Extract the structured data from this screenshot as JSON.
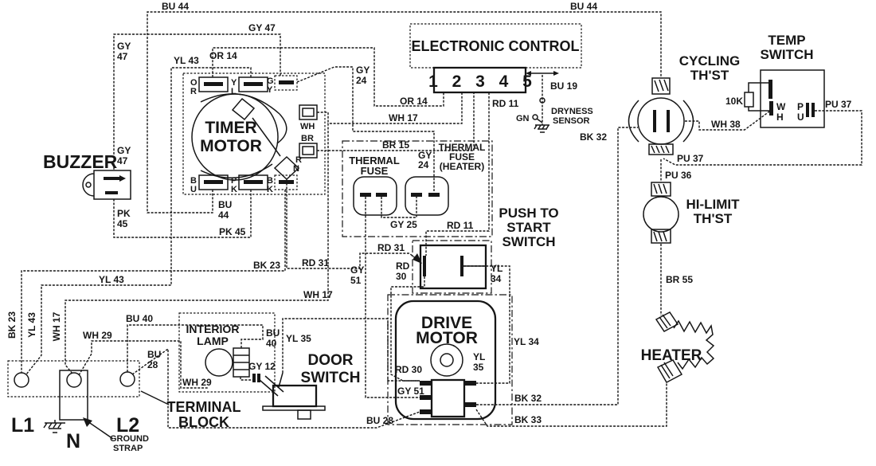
{
  "components": {
    "buzzer": "BUZZER",
    "timer1": "TIMER",
    "timer2": "MOTOR",
    "tO": "O",
    "tR": "R",
    "tY": "Y",
    "tL": "L",
    "tG": "G",
    "tGy": "Y",
    "tB": "B",
    "tU": "U",
    "tP": "P",
    "tK": "K",
    "tB2": "B",
    "tK2": "K",
    "tWH": "WH",
    "tBR": "BR",
    "tRr": "R",
    "tRn": "N",
    "ec": "ELECTRONIC CONTROL",
    "pins": "1 2 3 4 5",
    "dry1": "DRYNESS",
    "dry2": "SENSOR",
    "gn": "GN",
    "cyc1": "CYCLING",
    "cyc2": "TH'ST",
    "temp1": "TEMP",
    "temp2": "SWITCH",
    "tw": "W",
    "th": "H",
    "tp": "P",
    "tu": "U",
    "res10k": "10K",
    "hl1": "HI-LIMIT",
    "hl2": "TH'ST",
    "heater": "HEATER",
    "tf1": "THERMAL",
    "tf2": "FUSE",
    "tfh1": "THERMAL",
    "tfh2": "FUSE",
    "tfh3": "(HEATER)",
    "pts1": "PUSH TO",
    "pts2": "START",
    "pts3": "SWITCH",
    "ds1": "DOOR",
    "ds2": "SWITCH",
    "il1": "INTERIOR",
    "il2": "LAMP",
    "dm1": "DRIVE",
    "dm2": "MOTOR",
    "tb1": "TERMINAL",
    "tb2": "BLOCK",
    "gs1": "GROUND",
    "gs2": "STRAP",
    "l1": "L1",
    "n": "N",
    "l2": "L2"
  },
  "wires": {
    "bu44_a": "BU 44",
    "bu44_b": "BU 44",
    "bu44_c1": "BU",
    "bu44_c2": "44",
    "gy47_a": "GY 47",
    "gy47_b1": "GY",
    "gy47_b2": "47",
    "gy47_c1": "GY",
    "gy47_c2": "47",
    "or14_a": "OR 14",
    "or14_b": "OR 14",
    "yl43_a": "YL 43",
    "yl43_b": "YL 43",
    "yl43_c": "YL 43",
    "gy24_a1": "GY",
    "gy24_a2": "24",
    "gy24_b1": "GY",
    "gy24_b2": "24",
    "wh17_a": "WH 17",
    "wh17_b": "WH 17",
    "wh17_c": "WH 17",
    "br15": "BR 15",
    "rd11_a": "RD 11",
    "rd11_b": "RD 11",
    "bu19": "BU 19",
    "gy25": "GY 25",
    "pk45_a1": "PK",
    "pk45_a2": "45",
    "pk45_b": "PK 45",
    "bk23_a": "BK 23",
    "bk23_b": "BK 23",
    "rd31_a": "RD 31",
    "rd31_b": "RD 31",
    "rd30_a1": "RD",
    "rd30_a2": "30",
    "rd30_b": "RD 30",
    "yl34_a1": "YL",
    "yl34_a2": "34",
    "yl34_b": "YL 34",
    "gy51_a1": "GY",
    "gy51_a2": "51",
    "gy51_b": "GY 51",
    "yl35_a": "YL 35",
    "yl35_b1": "YL",
    "yl35_b2": "35",
    "bu40_a": "BU 40",
    "bu40_b1": "BU",
    "bu40_b2": "40",
    "wh29_a": "WH 29",
    "wh29_b": "WH 29",
    "gy12": "GY 12",
    "bu28_a1": "BU",
    "bu28_a2": "28",
    "bu28_b": "BU 28",
    "bk32_a": "BK 32",
    "bk32_b": "BK 32",
    "bk33": "BK 33",
    "wh38": "WH 38",
    "pu37_a": "PU 37",
    "pu37_b": "PU 37",
    "pu36": "PU 36",
    "br55": "BR 55"
  }
}
